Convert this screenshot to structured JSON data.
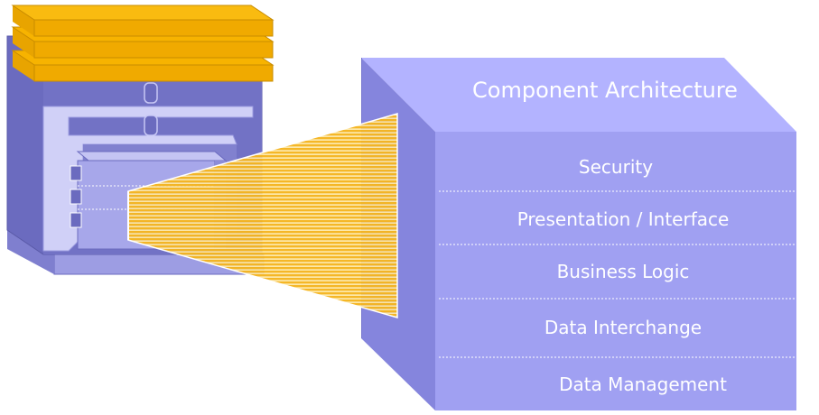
{
  "title": "Component Architecture",
  "layers": [
    {
      "label": "Security"
    },
    {
      "label": "Presentation / Interface"
    },
    {
      "label": "Business Logic"
    },
    {
      "label": "Data Interchange"
    },
    {
      "label": "Data  Management"
    }
  ],
  "colors": {
    "cube_top": "#b3b3ff",
    "cube_side": "#8585dd",
    "cube_front": "#a0a0f2",
    "device_dark": "#6b6bbf",
    "device_light": "#c7c7f5",
    "layer_gold": "#f7b300",
    "beam_gold": "#f5b520",
    "divider": "#ffffff"
  }
}
